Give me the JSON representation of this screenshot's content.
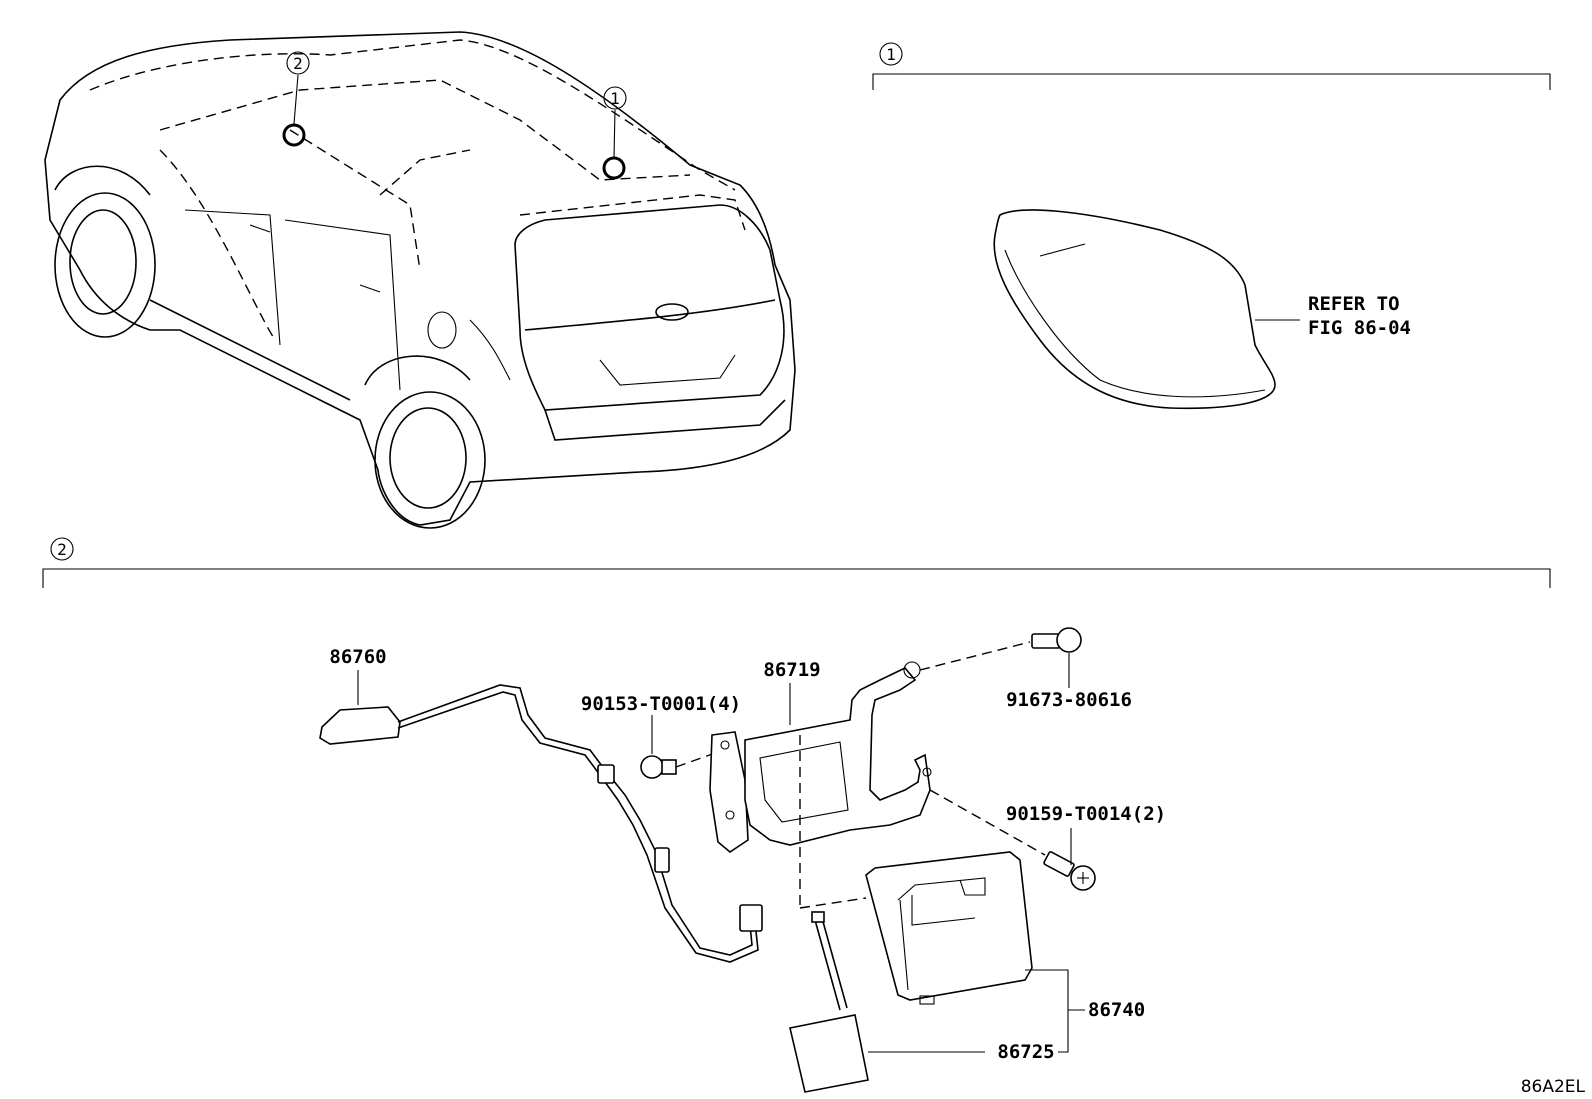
{
  "sections": [
    {
      "callout": "1"
    },
    {
      "callout": "2"
    }
  ],
  "vehicle_callouts": [
    "2",
    "1"
  ],
  "reference_note": {
    "line1": "REFER TO",
    "line2": "FIG 86-04"
  },
  "parts": {
    "antenna_cord": "86760",
    "bracket": "86719",
    "clip": "90153-T0001(4)",
    "bolt": "91673-80616",
    "screw": "90159-T0014(2)",
    "amplifier": "86740",
    "pad": "86725"
  },
  "figure_code": "86A2EL"
}
